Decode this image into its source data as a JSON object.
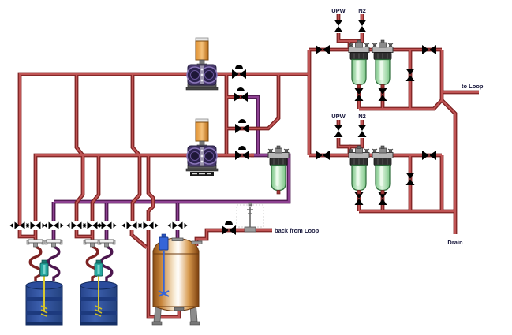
{
  "diagram": {
    "title": "chemical-distribution-piping-diagram",
    "labels": {
      "upw_top": "UPW",
      "n2_top": "N2",
      "upw_bottom": "UPW",
      "n2_bottom": "N2",
      "to_loop": "to Loop",
      "back_from_loop": "back from Loop",
      "drain": "Drain"
    },
    "colors": {
      "pipe_red": "#bf5454",
      "pipe_red_dark": "#7e2222",
      "pipe_purple": "#8d4191",
      "pipe_purple_dark": "#4c164e",
      "filter_green": "#7cc687",
      "filter_green_light": "#dff5e0",
      "drum_blue": "#3c5fae",
      "drum_blue_dark": "#1d3a7e",
      "tank_copper": "#c8863c",
      "pump_body": "#46386a",
      "accumulator_orange": "#e09030",
      "sensor_teal": "#28a8a0",
      "agitator_blue": "#3565d8"
    },
    "equipment": {
      "drums": [
        "chemical-drum-1",
        "chemical-drum-2"
      ],
      "tank": "mix-day-tank",
      "pumps": [
        "diaphragm-pump-1",
        "diaphragm-pump-2"
      ],
      "filters": [
        "inline-filter",
        "loop-filter-1a",
        "loop-filter-1b",
        "loop-filter-2a",
        "loop-filter-2b"
      ],
      "sensors": [
        "drum-level-probe-1",
        "drum-level-probe-2",
        "return-line-instrument"
      ]
    }
  }
}
